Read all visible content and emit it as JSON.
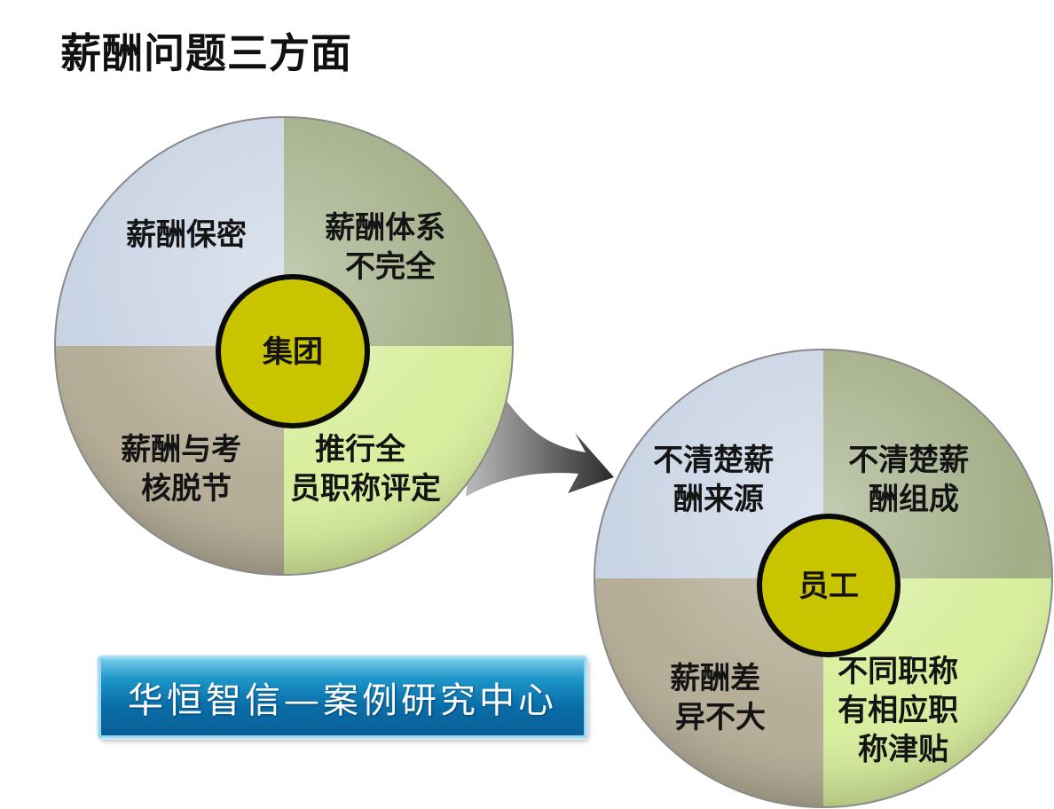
{
  "title": "薪酬问题三方面",
  "left_circle": {
    "center_label": "集团",
    "quadrants": {
      "top_left": [
        "薪酬保密"
      ],
      "top_right": [
        "薪酬体系",
        "不完全"
      ],
      "bottom_left": [
        "薪酬与考",
        "核脱节"
      ],
      "bottom_right": [
        "推行全",
        "员职称评定"
      ]
    }
  },
  "right_circle": {
    "center_label": "员工",
    "quadrants": {
      "top_left": [
        "不清楚薪",
        "酬来源"
      ],
      "top_right": [
        "不清楚薪",
        "酬组成"
      ],
      "bottom_left": [
        "薪酬差",
        "异不大"
      ],
      "bottom_right": [
        "不同职称",
        "有相应职",
        "称津贴"
      ]
    }
  },
  "badge_text": "华恒智信—案例研究中心",
  "colors": {
    "quad_top_left": "#c9d4e4",
    "quad_top_right": "#a2ad86",
    "quad_bottom_left": "#b5ad96",
    "quad_bottom_right": "#d8ee9c",
    "center_fill": "#c9c400",
    "center_stroke": "#0a0a0a",
    "arrow": "#555555",
    "badge": "#1786bf"
  }
}
